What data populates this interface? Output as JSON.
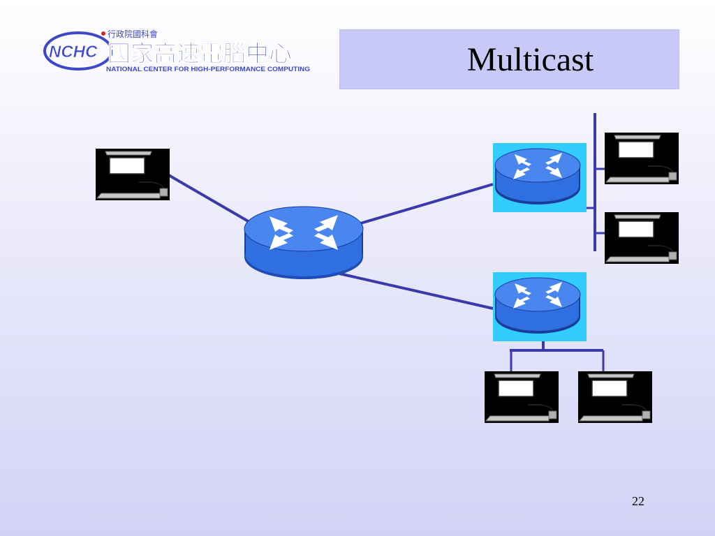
{
  "slide": {
    "title": "Multicast",
    "page_number": "22"
  },
  "logo": {
    "abbreviation": "NCHC",
    "parent_org": "行政院國科會",
    "name_zh": "國家高速電腦中心",
    "name_en": "NATIONAL CENTER FOR HIGH-PERFORMANCE COMPUTING"
  },
  "colors": {
    "link": "#3a3aaa",
    "router_blue": "#2f6fe0",
    "router_dark": "#1a3c9a",
    "host_bg": "#3399ff",
    "host_bg_alt": "#1aa0e0",
    "host_highlight": "#55ff11",
    "router_panel": "#33ccff"
  }
}
